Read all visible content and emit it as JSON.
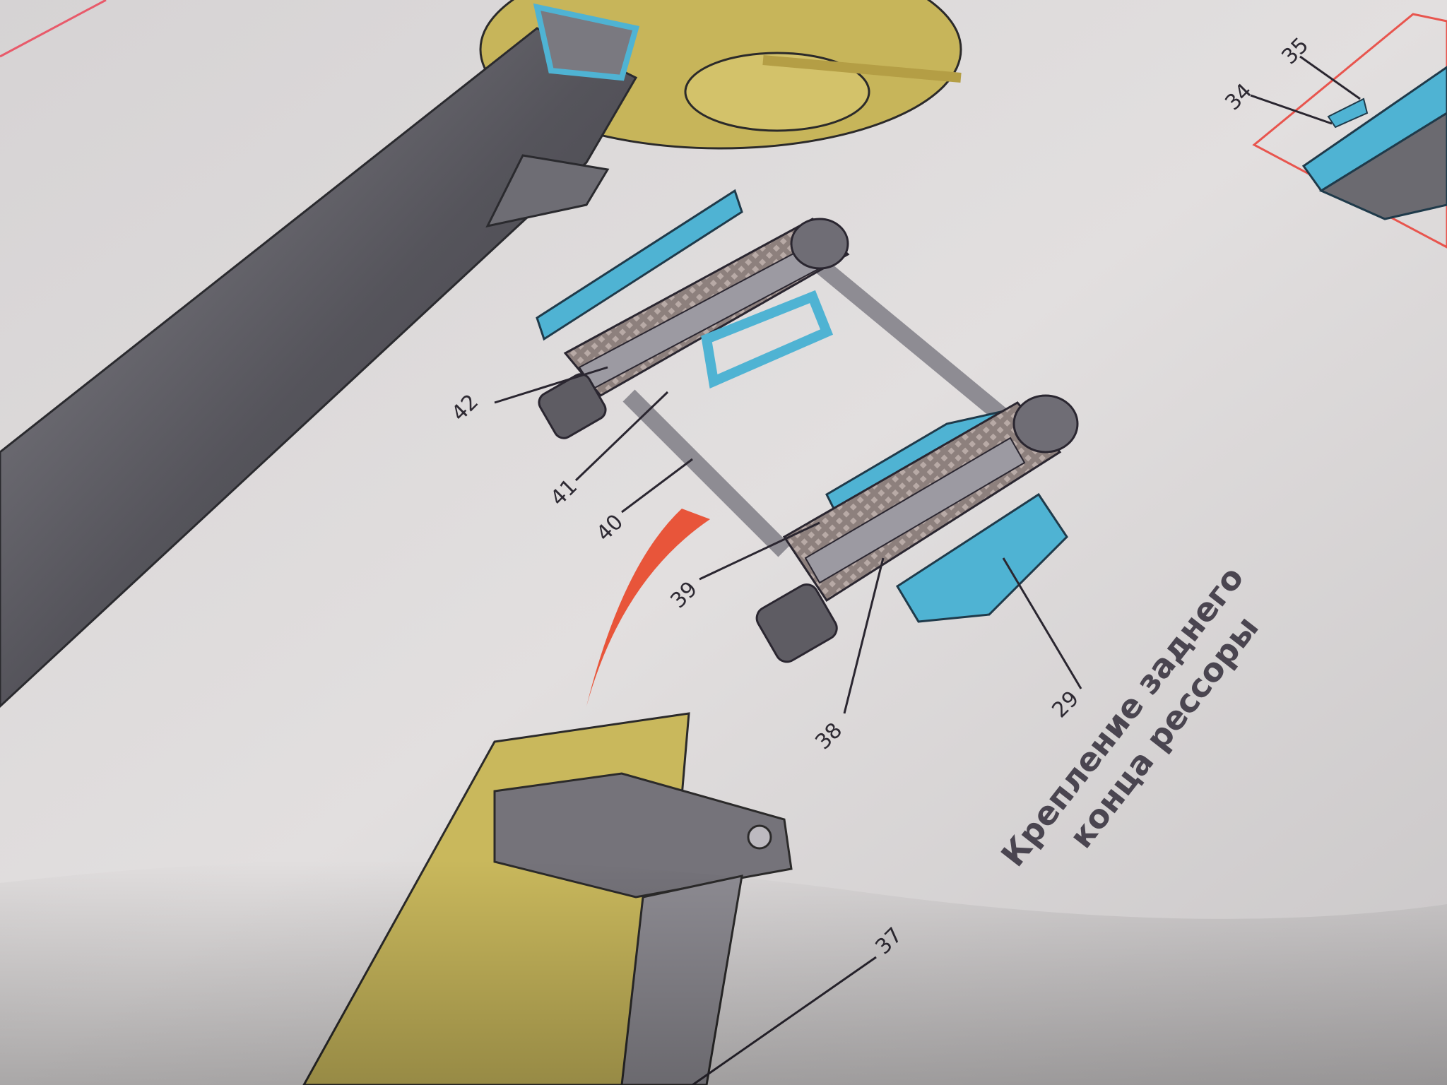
{
  "caption": {
    "line1": "Крепление заднего",
    "line2": "конца рессоры"
  },
  "callouts": {
    "c42": "42",
    "c41": "41",
    "c40": "40",
    "c39": "39",
    "c38": "38",
    "c29": "29",
    "c37": "37",
    "c34": "34",
    "c35": "35"
  },
  "colors": {
    "paper": "#dedbdb",
    "steel": "#5e5c63",
    "blue": "#4fb3d3",
    "yellow": "#c9b85c",
    "red": "#e8553a",
    "rubber": "#8a7a78"
  }
}
